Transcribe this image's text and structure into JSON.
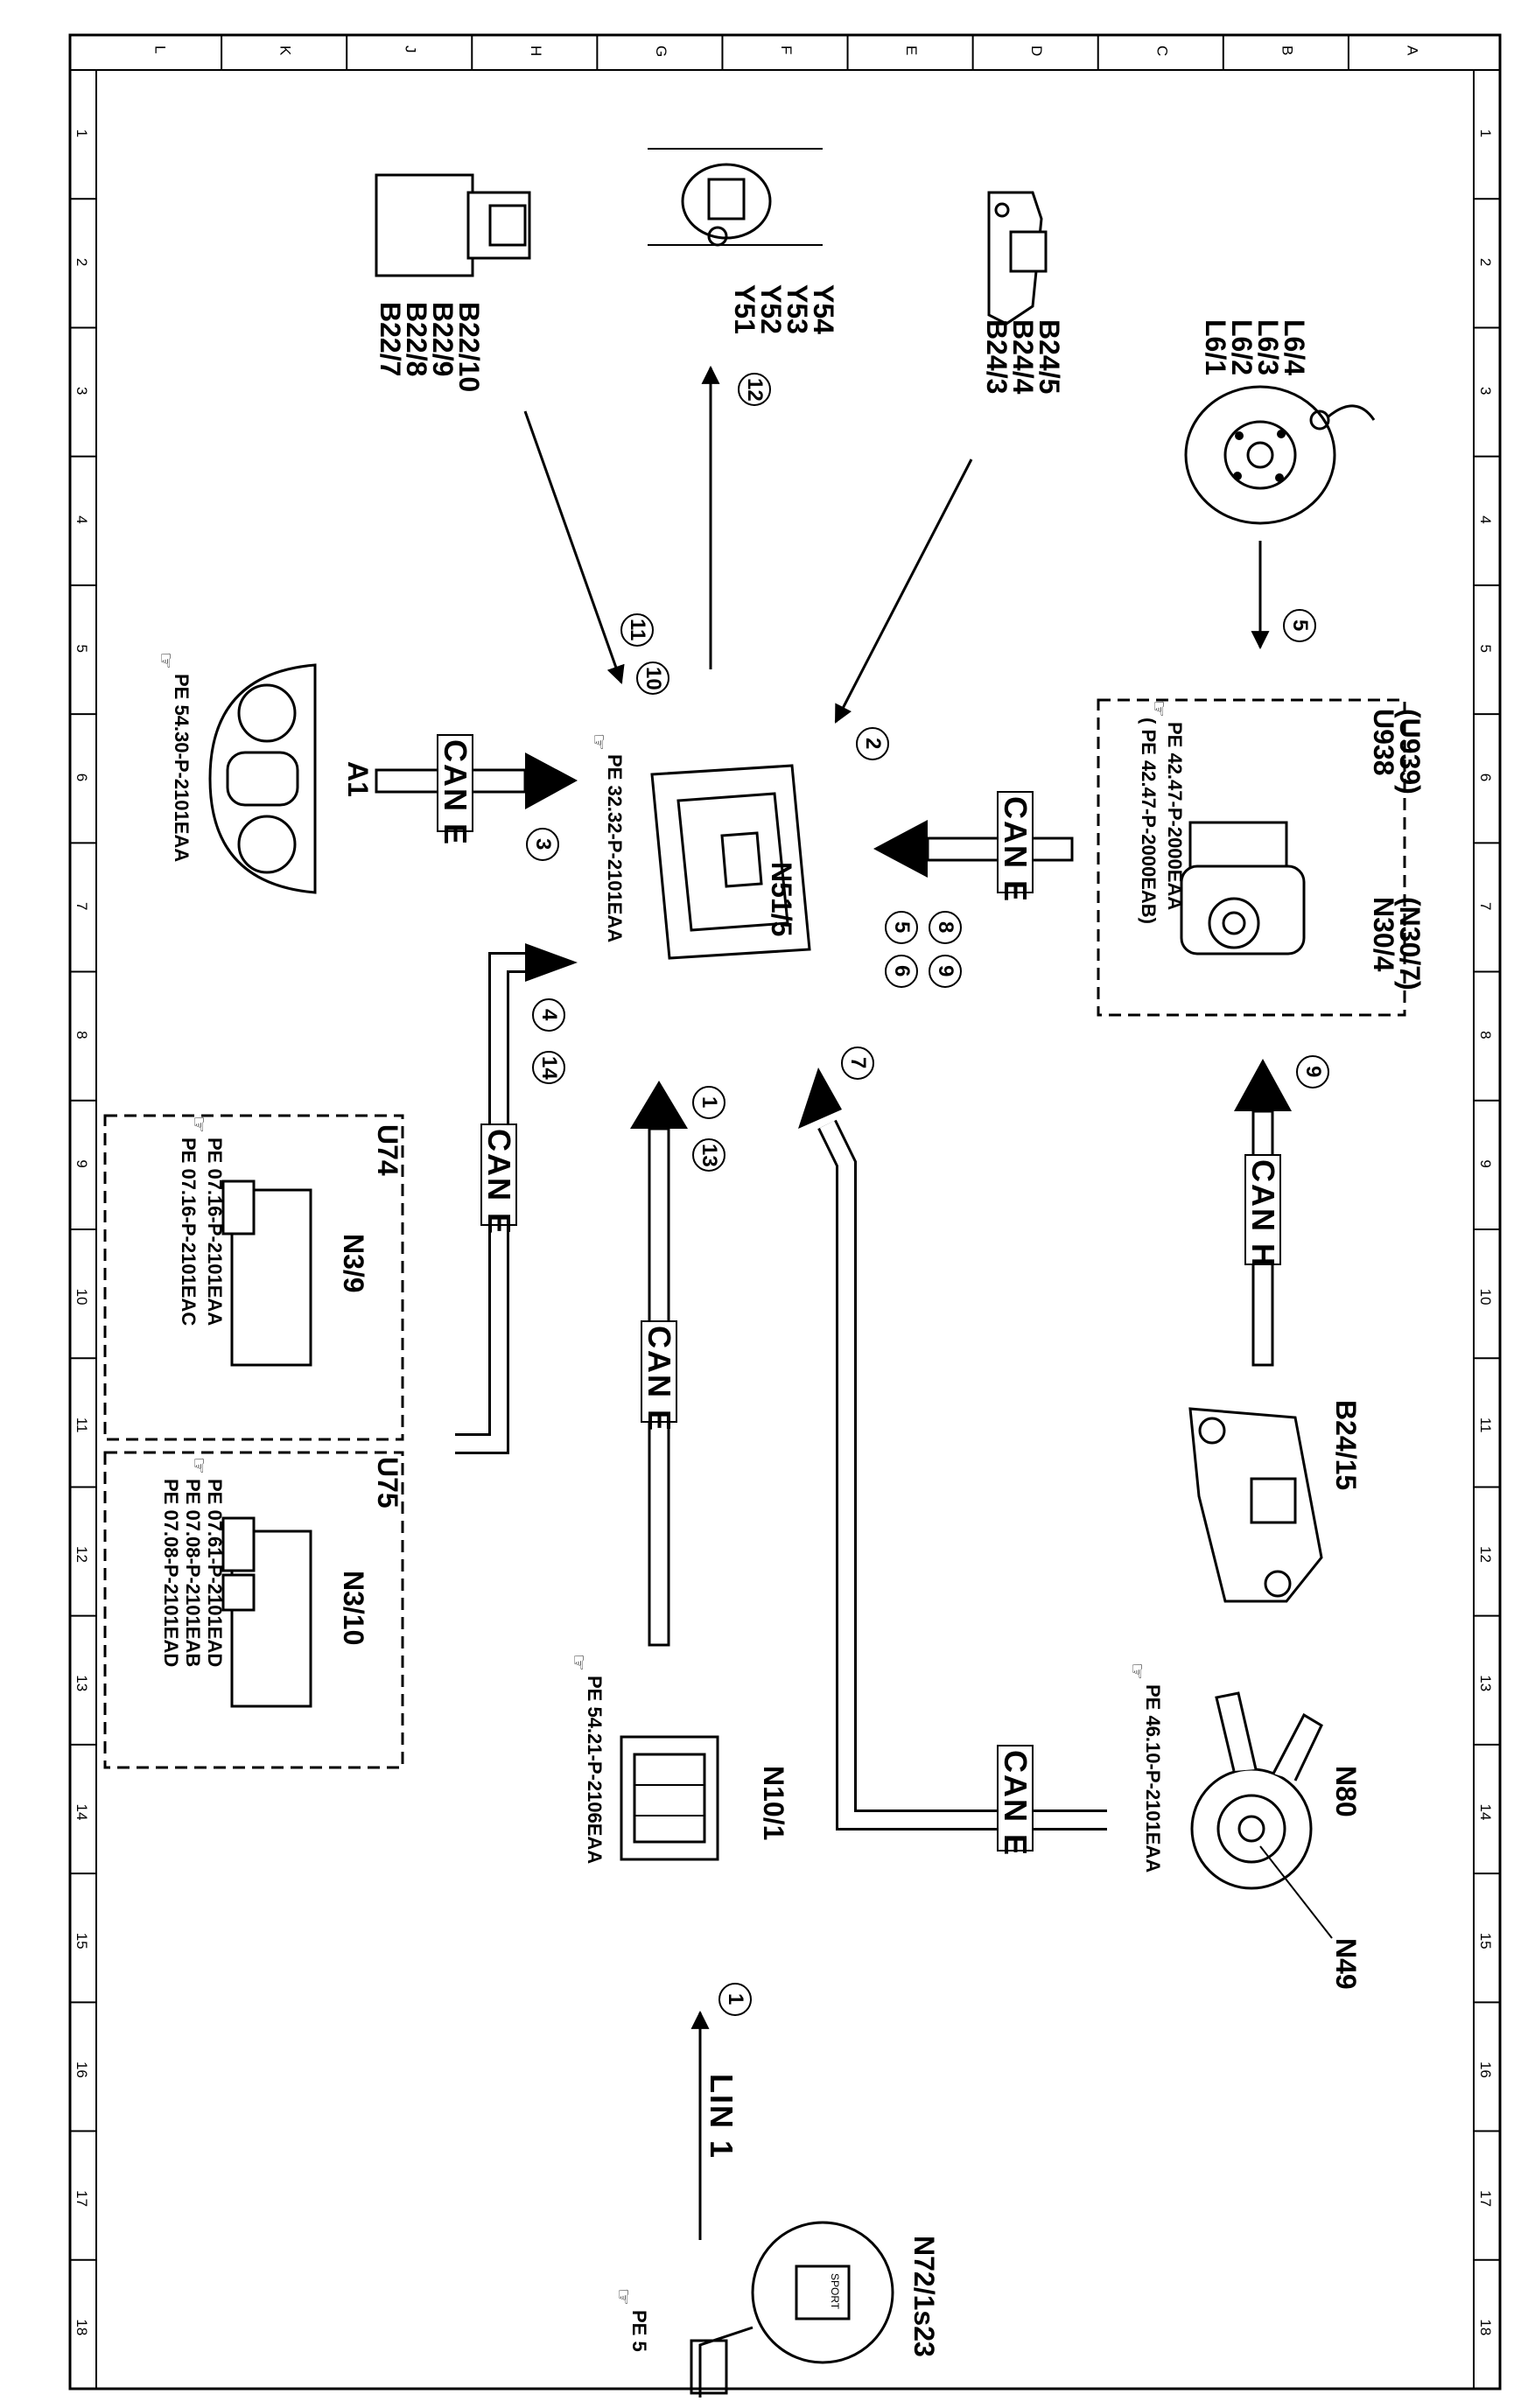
{
  "border_rows": [
    "1",
    "2",
    "3",
    "4",
    "5",
    "6",
    "7",
    "8",
    "9",
    "10",
    "11",
    "12",
    "13",
    "14",
    "15",
    "16",
    "17",
    "18"
  ],
  "border_cols": [
    "L",
    "K",
    "J",
    "H",
    "G",
    "F",
    "E",
    "D",
    "C",
    "B",
    "A"
  ],
  "components": {
    "l6": "L6/1\nL6/2\nL6/3\nL6/4",
    "b24": "B24/3\nB24/4\nB24/5",
    "y5": "Y51\nY52\nY53\nY54",
    "b22": "B22/7\nB22/8\nB22/9\nB22/10",
    "u938": "U938\n(U939)",
    "n30": "N30/4\n(N30/7)",
    "n51": "N51/5",
    "a1": "A1",
    "u74": "U74",
    "n3_9": "N3/9",
    "u75": "U75",
    "n3_10": "N3/10",
    "b24_15": "B24/15",
    "n80": "N80",
    "n49": "N49",
    "n10": "N10/1",
    "n72": "N72/1s23"
  },
  "refs": {
    "n30": [
      "PE  42.47-P-2000EAA",
      "( PE  42.47-P-2000EAB)"
    ],
    "n51": "PE  32.32-P-2101EAA",
    "a1": "PE  54.30-P-2101EAA",
    "u74": [
      "PE  07.16-P-2101EAA",
      "PE  07.16-P-2101EAC"
    ],
    "u75": [
      "PE  07.61-P-2101EAD",
      "PE  07.08-P-2101EAB",
      "PE  07.08-P-2101EAD"
    ],
    "n80": "PE  46.10-P-2101EAA",
    "n10": "PE  54.21-P-2106EAA",
    "n72": "PE  5"
  },
  "bus_labels": {
    "can_e_a1": "CAN E",
    "can_e_n30": "CAN E",
    "can_e_u74": "CAN E",
    "can_e_n10": "CAN E",
    "can_e_n80": "CAN E",
    "can_h": "CAN H",
    "lin1": "LIN 1"
  },
  "steps": {
    "s12": "12",
    "s11": "11",
    "s10": "10",
    "s2": "2",
    "s5": "5",
    "s3": "3",
    "s8": "8",
    "s9a": "9",
    "s5b": "5",
    "s6": "6",
    "s4": "4",
    "s14": "14",
    "s1": "1",
    "s13": "13",
    "s7": "7",
    "s9": "9",
    "s1b": "1"
  },
  "icon_texts": {
    "sport": "SPORT"
  },
  "colors": {
    "line": "#000000",
    "background": "#ffffff",
    "bus_band": "#ffffff"
  }
}
